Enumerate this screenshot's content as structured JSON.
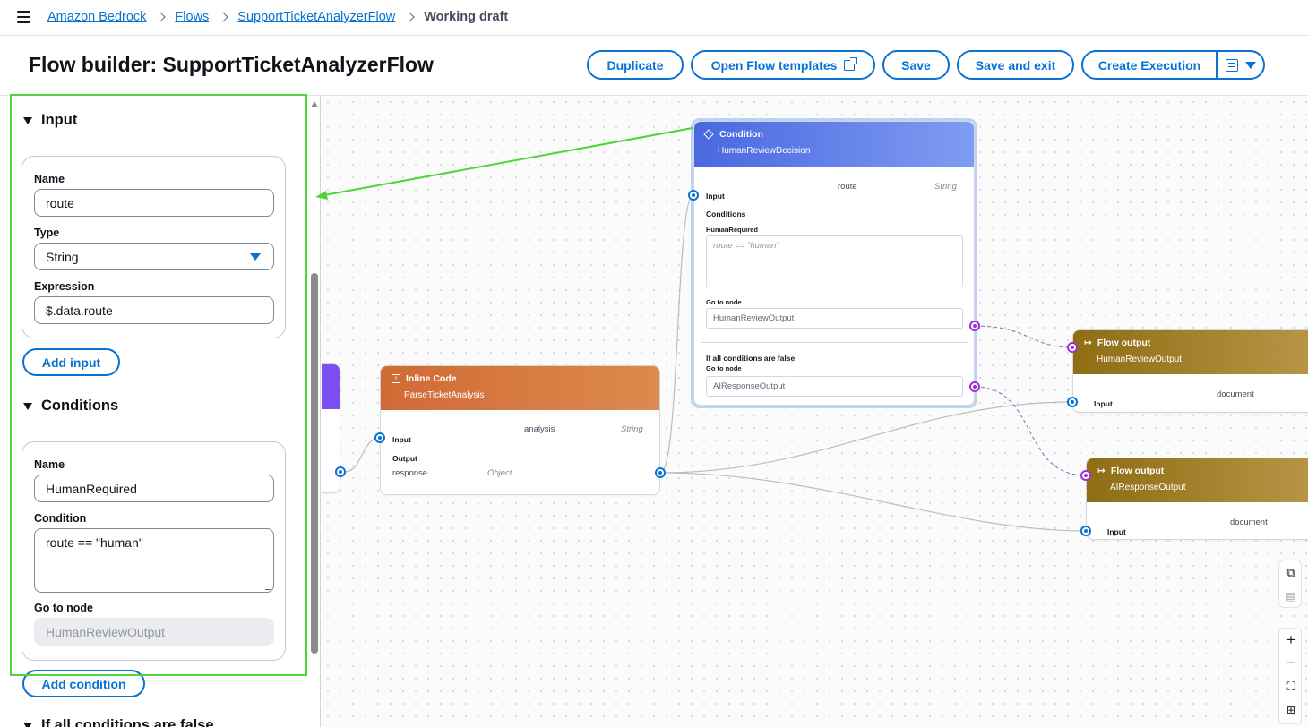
{
  "breadcrumb": {
    "items": [
      "Amazon Bedrock",
      "Flows",
      "SupportTicketAnalyzerFlow"
    ],
    "current": "Working draft"
  },
  "header": {
    "title": "Flow builder: SupportTicketAnalyzerFlow",
    "buttons": {
      "duplicate": "Duplicate",
      "open_templates": "Open Flow templates",
      "save": "Save",
      "save_exit": "Save and exit",
      "create_execution": "Create Execution"
    }
  },
  "panel": {
    "input_section": "Input",
    "input": {
      "name_label": "Name",
      "name_value": "route",
      "type_label": "Type",
      "type_value": "String",
      "expression_label": "Expression",
      "expression_value": "$.data.route"
    },
    "add_input": "Add input",
    "conditions_section": "Conditions",
    "condition": {
      "name_label": "Name",
      "name_value": "HumanRequired",
      "condition_label": "Condition",
      "condition_value": "route == \"human\"",
      "goto_label": "Go to node",
      "goto_value": "HumanReviewOutput"
    },
    "add_condition": "Add condition",
    "else_section": "If all conditions are false"
  },
  "canvas": {
    "condition_node": {
      "type": "Condition",
      "name": "HumanReviewDecision",
      "input_label": "Input",
      "input_name": "route",
      "input_type": "String",
      "conditions_label": "Conditions",
      "condition_name": "HumanRequired",
      "condition_placeholder": "route == \"human\"",
      "goto_label": "Go to node",
      "goto_value": "HumanReviewOutput",
      "else_label": "If all conditions are false",
      "else_goto_label": "Go to node",
      "else_goto_value": "AIResponseOutput"
    },
    "inline_node": {
      "type": "Inline Code",
      "name": "ParseTicketAnalysis",
      "input_label": "Input",
      "input_name": "analysis",
      "input_type": "String",
      "output_label": "Output",
      "output_name": "response",
      "output_type": "Object"
    },
    "output_node_1": {
      "type": "Flow output",
      "name": "HumanReviewOutput",
      "input_label": "Input",
      "input_name": "document"
    },
    "output_node_2": {
      "type": "Flow output",
      "name": "AIResponseOutput",
      "input_label": "Input",
      "input_name": "document"
    }
  },
  "colors": {
    "accent": "#0972d3",
    "condition_header": "#4d6fe3",
    "inline_header": "#d87a3c",
    "output_header": "#9a7716",
    "highlight": "#4fd33a",
    "port_purple": "#a02fd8"
  }
}
